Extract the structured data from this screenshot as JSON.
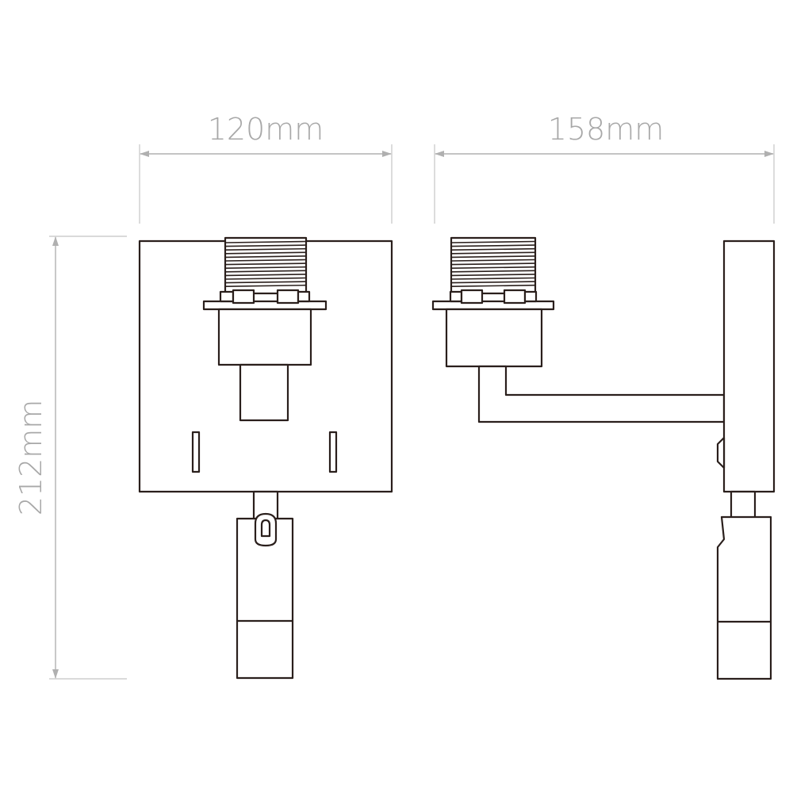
{
  "dimensions": {
    "width_label": "120mm",
    "depth_label": "158mm",
    "height_label": "212mm"
  },
  "colors": {
    "line": "#2a1f1c",
    "dimension": "#b0b0b0",
    "text": "#a8a8a8",
    "background": "#ffffff"
  }
}
